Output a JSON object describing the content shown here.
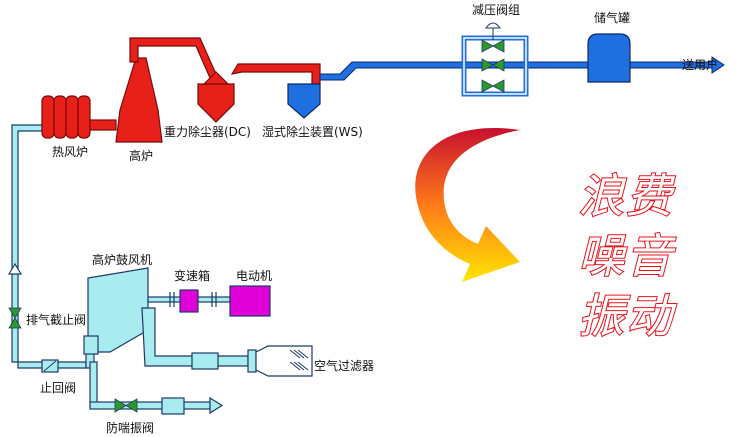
{
  "labels": {
    "hot_stove": "热风炉",
    "blast_furnace": "高炉",
    "gravity_dust_collector": "重力除尘器(DC)",
    "wet_dust_collector": "湿式除尘装置(WS)",
    "pressure_valve_group": "减压阀组",
    "gas_holder": "储气罐",
    "to_users": "送用户",
    "exhaust_stop_valve": "排气截止阀",
    "blower": "高炉鼓风机",
    "gearbox": "变速箱",
    "motor": "电动机",
    "air_filter": "空气过滤器",
    "check_valve": "止回阀",
    "anti_surge_valve": "防喘振阀"
  },
  "callout": {
    "line1": "浪费",
    "line2": "噪音",
    "line3": "振动"
  },
  "colors": {
    "hot_gas": "#e8201a",
    "clean_gas": "#1f6fe0",
    "air": "#a8ecf0",
    "outline": "#1c3a66",
    "valve": "#2a9a2a",
    "motor": "#e000d8",
    "callout_text": "#e8101a"
  }
}
